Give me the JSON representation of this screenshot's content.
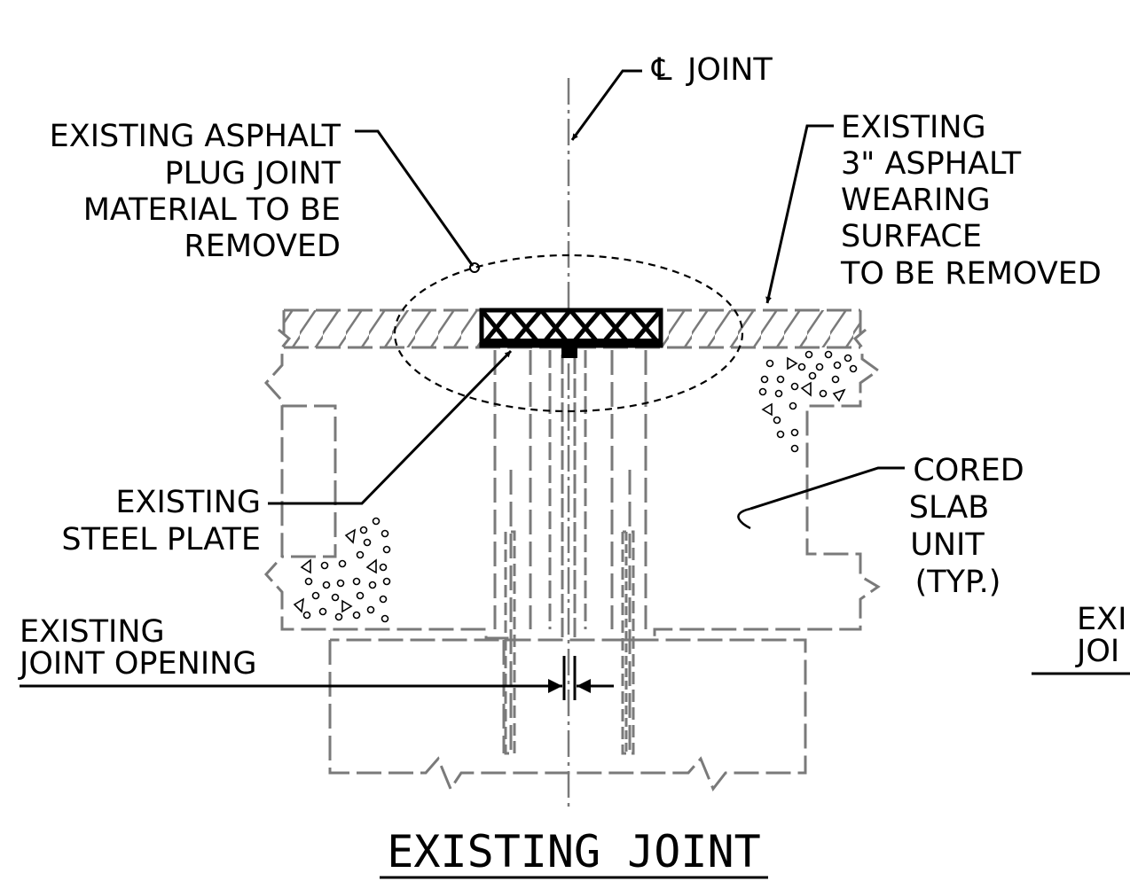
{
  "labels": {
    "centerline": {
      "symbol": "℄",
      "text": "JOINT"
    },
    "asphalt_plug": [
      "EXISTING ASPHALT",
      "PLUG JOINT",
      "MATERIAL TO BE",
      "REMOVED"
    ],
    "wearing_surface": [
      "EXISTING",
      "3\" ASPHALT",
      "WEARING",
      "SURFACE",
      "TO BE REMOVED"
    ],
    "steel_plate": [
      "EXISTING",
      "STEEL PLATE"
    ],
    "cored_slab": [
      "CORED",
      "SLAB",
      "UNIT",
      "(TYP.)"
    ],
    "joint_opening": [
      "EXISTING",
      "JOINT OPENING"
    ],
    "cut_off_right": [
      "EXI",
      "JOI"
    ]
  },
  "title": "EXISTING JOINT",
  "colors": {
    "ink": "#000000",
    "existing_work": "#7a7a7a"
  }
}
